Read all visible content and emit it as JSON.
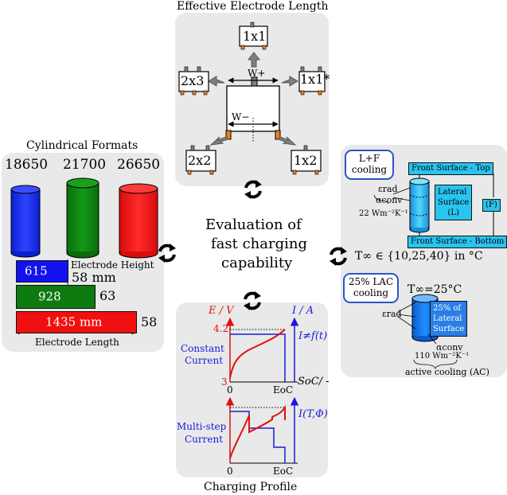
{
  "center": {
    "line1": "Evaluation of",
    "line2": "fast charging",
    "line3": "capability"
  },
  "top_panel": {
    "title": "Effective Electrode Length",
    "cells": {
      "top": "1x1",
      "upper_left": "2x3",
      "upper_right": "1x1*",
      "lower_left": "2x2",
      "lower_right": "1x2"
    },
    "w_plus": "W+",
    "w_minus": "W−"
  },
  "left_panel": {
    "title": "Cylindrical Formats",
    "formats": [
      {
        "name": "18650",
        "color": "#1212ee"
      },
      {
        "name": "21700",
        "color": "#0d7a10"
      },
      {
        "name": "26650",
        "color": "#f01010"
      }
    ],
    "electrode_height_label": "Electrode Height",
    "electrode_length_label": "Electrode Length",
    "bars": [
      {
        "length_value": "615",
        "height_value": "58 mm",
        "length_mm": 615,
        "color": "#1212ee"
      },
      {
        "length_value": "928",
        "height_value": "63",
        "length_mm": 928,
        "color": "#0d7a10"
      },
      {
        "length_value": "1435 mm",
        "height_value": "58",
        "length_mm": 1435,
        "color": "#f01010"
      }
    ]
  },
  "right_panel": {
    "lf_cooling_l1": "L+F",
    "lf_cooling_l2": "cooling",
    "front_top": "Front Surface - Top",
    "front_bottom": "Front Surface - Bottom",
    "lateral_l1": "Lateral",
    "lateral_l2": "Surface",
    "lateral_l3": "(L)",
    "f_label": "(F)",
    "eps_rad": "εrad",
    "alpha_conv": "αconv",
    "alpha_value": "22 Wm⁻²K⁻¹",
    "t_inf_range": "T∞ ∈ {10,25,40} in °C",
    "lac_cooling_l1": "25% LAC",
    "lac_cooling_l2": "cooling",
    "t_inf_fixed": "T∞=25°C",
    "lateral25_l1": "25% of",
    "lateral25_l2": "Lateral",
    "lateral25_l3": "Surface",
    "eps_rad2": "εrad",
    "alpha_conv2": "αconv",
    "alpha_value2": "110 Wm⁻²K⁻¹",
    "active_cooling": "active cooling (AC)"
  },
  "bottom_panel": {
    "title": "Charging Profile",
    "e_axis": "E / V",
    "i_axis": "I / A",
    "v_max": "4.2",
    "v_min": "3",
    "cc_l1": "Constant",
    "cc_l2": "Current",
    "cc_formula": "I≠f(t)",
    "zero1": "0",
    "eoc1": "EoC",
    "soc": "SoC/ -",
    "ms_l1": "Multi-step",
    "ms_l2": "Current",
    "ms_formula": "I(T,Φ)",
    "zero2": "0",
    "eoc2": "EoC"
  },
  "colors": {
    "panel": "#e9e9e9",
    "electrode_orange": "#f07b1a",
    "tab_gray": "#7f7f7f",
    "axis_red": "#e01010",
    "axis_blue": "#1a1adb",
    "cyan": "#29c4ef",
    "box_blue": "#2a55c9"
  }
}
